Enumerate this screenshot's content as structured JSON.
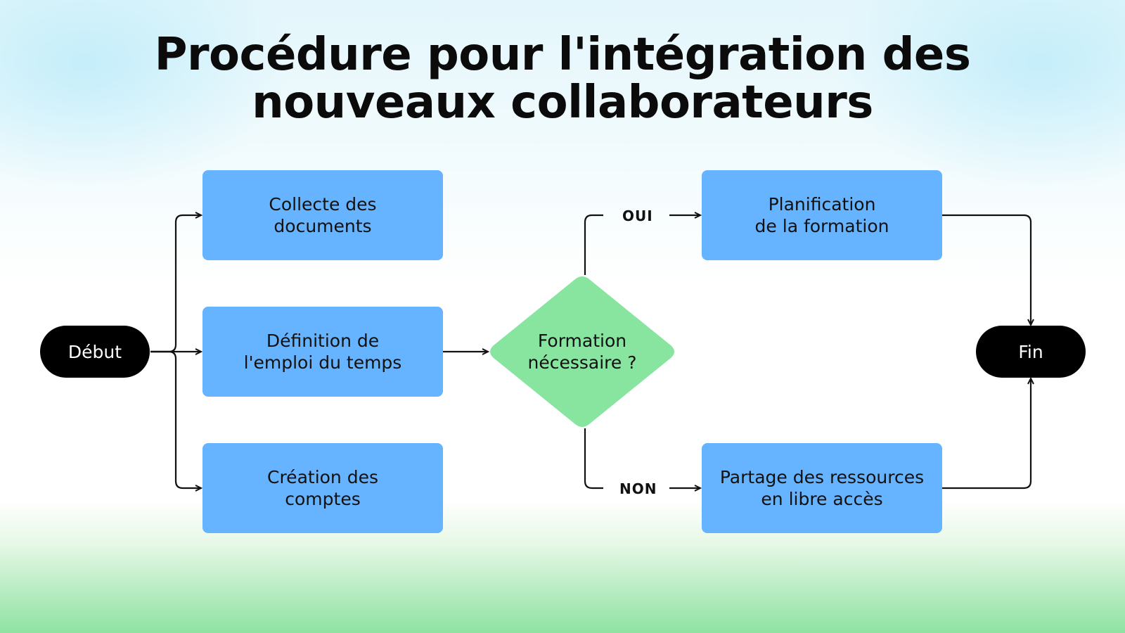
{
  "title": {
    "line1": "Procédure pour l'intégration des",
    "line2": "nouveaux collaborateurs"
  },
  "colors": {
    "process": "#66b3ff",
    "decision": "#87e5a0",
    "terminal": "#000000",
    "line": "#111111"
  },
  "nodes": {
    "start": "Début",
    "end": "Fin",
    "collecte": "Collecte des\ndocuments",
    "definition": "Définition de\nl'emploi du temps",
    "creation": "Création des\ncomptes",
    "decision": "Formation\nnécessaire ?",
    "planification": "Planification\nde la formation",
    "partage": "Partage des ressources\nen libre accès"
  },
  "branches": {
    "yes": "OUI",
    "no": "NON"
  }
}
